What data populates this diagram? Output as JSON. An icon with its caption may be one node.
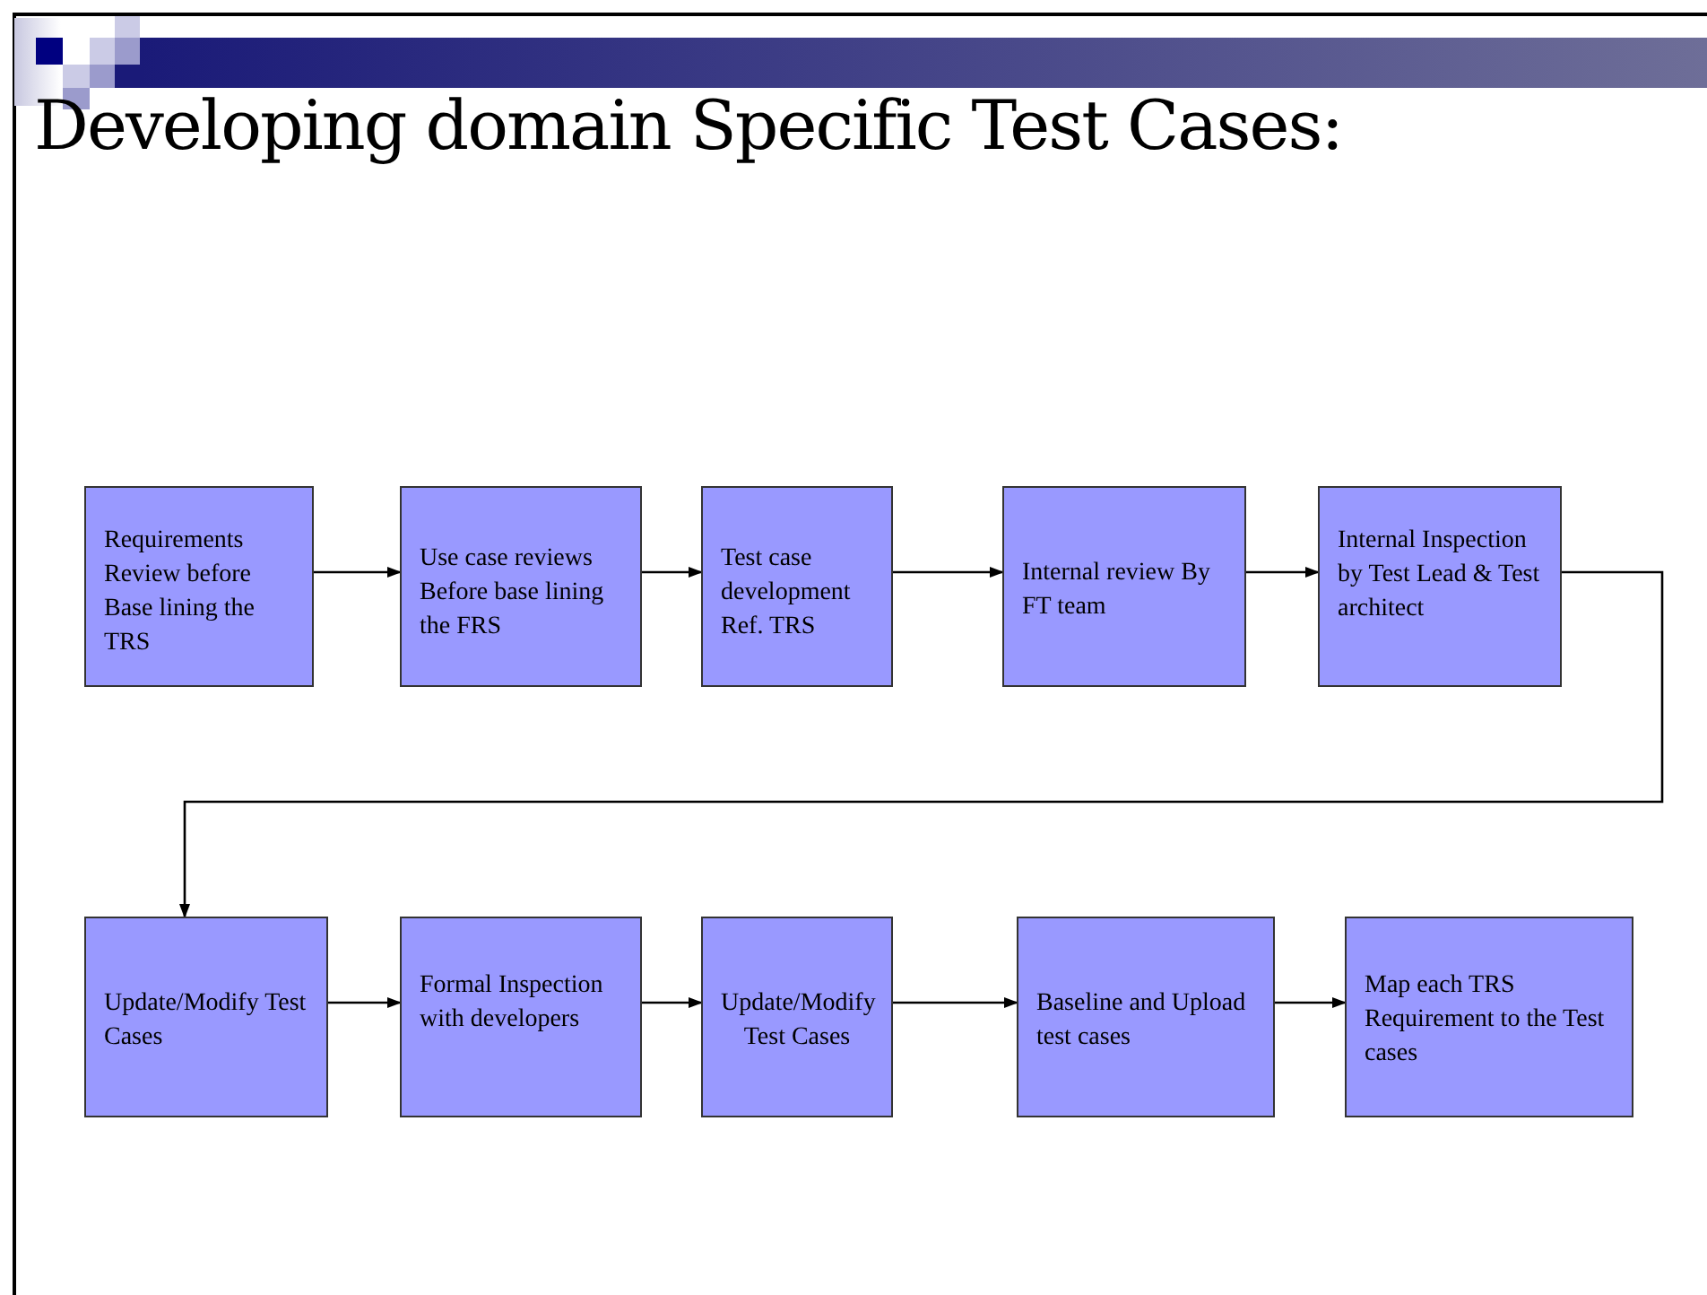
{
  "diagram": {
    "title": "Developing domain Specific Test Cases:",
    "nodes": [
      {
        "text": [
          "Requirements Review before Base lining the TRS"
        ]
      },
      {
        "text": [
          "Use case reviews Before base lining the FRS"
        ]
      },
      {
        "text": [
          "Test case development Ref. TRS"
        ]
      },
      {
        "text": [
          "Internal review By FT team"
        ]
      },
      {
        "text": [
          "Internal Inspection by Test Lead & Test architect"
        ]
      },
      {
        "text": [
          "Update/Modify Test Cases"
        ]
      },
      {
        "text": [
          "Formal Inspection with developers"
        ]
      },
      {
        "text": [
          "Update/Modify Test Cases"
        ]
      },
      {
        "text": [
          "Baseline and Upload test cases"
        ]
      },
      {
        "text": [
          "Map each TRS Requirement to the Test cases"
        ]
      }
    ],
    "edges": [
      {
        "from": 0,
        "to": 1,
        "arrow": "to"
      },
      {
        "from": 1,
        "to": 2,
        "arrow": "to"
      },
      {
        "from": 2,
        "to": 3,
        "arrow": "to"
      },
      {
        "from": 3,
        "to": 4,
        "arrow": "to"
      },
      {
        "from": 4,
        "to": 5,
        "arrow": "to"
      },
      {
        "from": 5,
        "to": 6,
        "arrow": "to"
      },
      {
        "from": 6,
        "to": 7,
        "arrow": "to"
      },
      {
        "from": 7,
        "to": 8,
        "arrow": "to"
      },
      {
        "from": 8,
        "to": 9,
        "arrow": "to"
      }
    ]
  }
}
